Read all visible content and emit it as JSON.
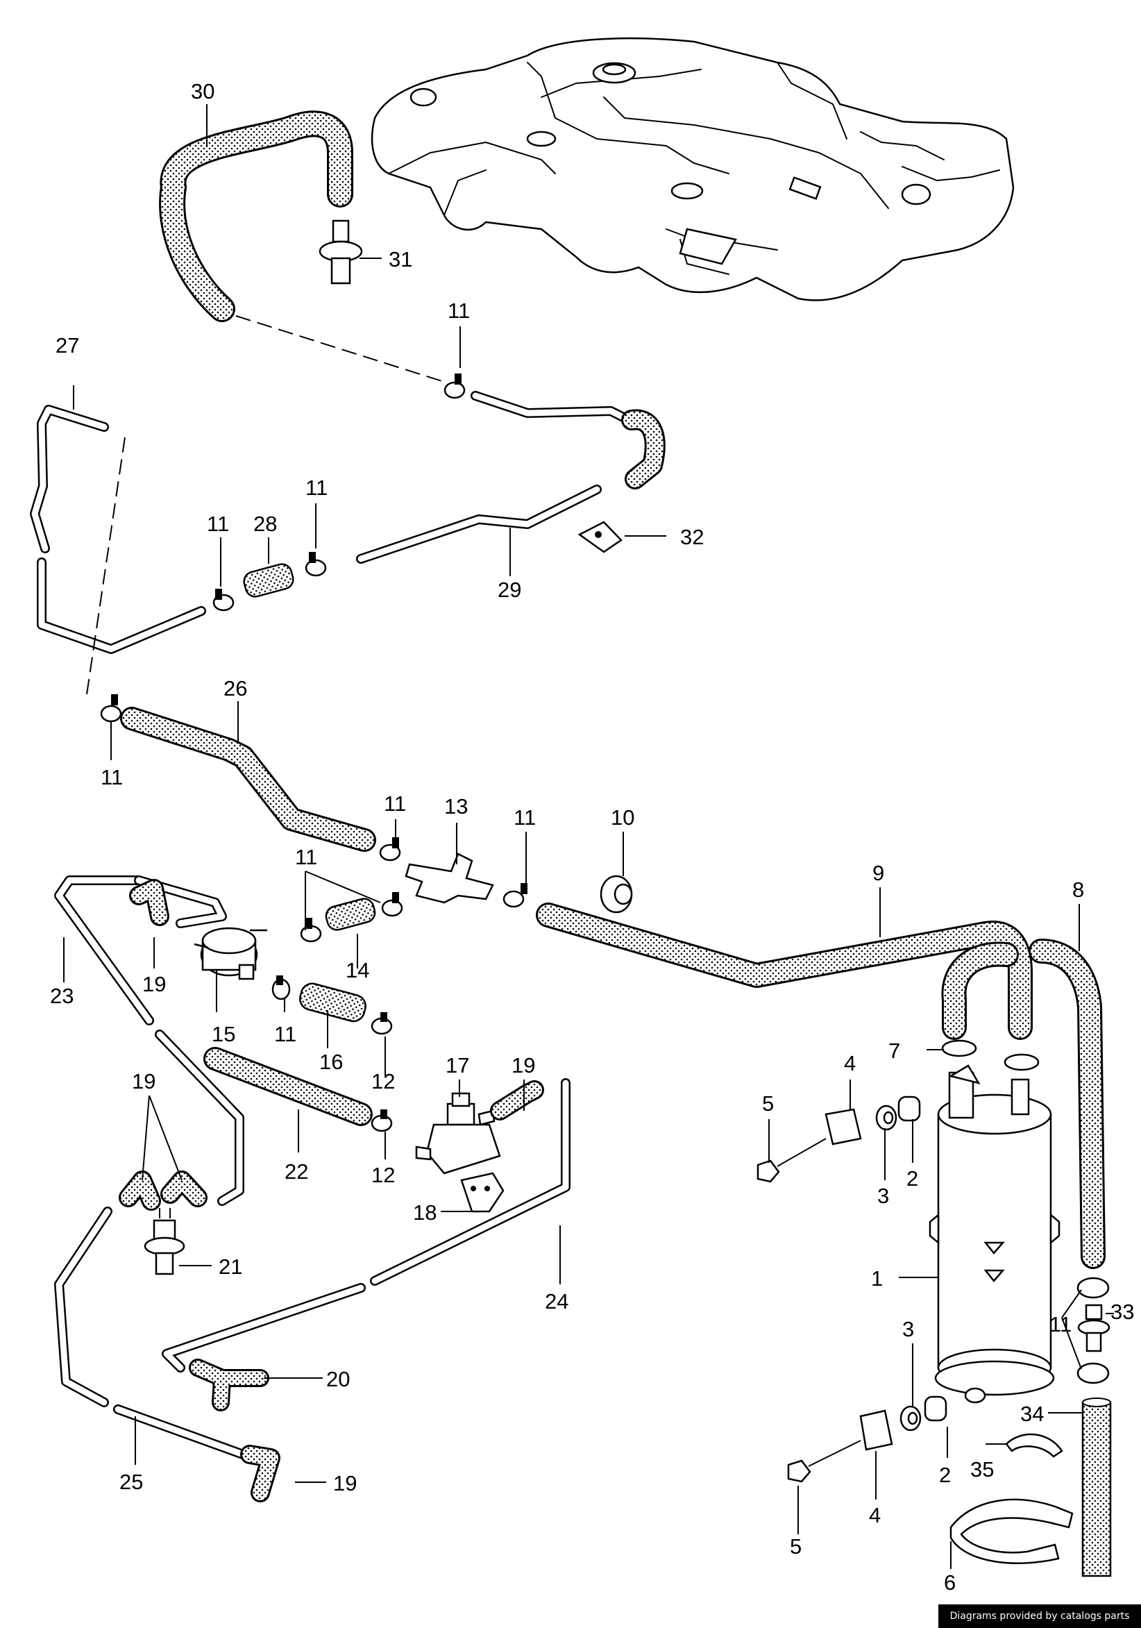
{
  "callouts": [
    "30",
    "31",
    "11",
    "27",
    "11",
    "11",
    "28",
    "29",
    "32",
    "26",
    "11",
    "11",
    "13",
    "11",
    "10",
    "9",
    "8",
    "11",
    "23",
    "19",
    "14",
    "15",
    "11",
    "16",
    "17",
    "19",
    "12",
    "7",
    "4",
    "5",
    "3",
    "2",
    "22",
    "12",
    "19",
    "18",
    "24",
    "21",
    "1",
    "11",
    "33",
    "20",
    "3",
    "34",
    "35",
    "2",
    "25",
    "19",
    "4",
    "5",
    "6"
  ],
  "credit": "Diagrams provided by catalogs parts"
}
